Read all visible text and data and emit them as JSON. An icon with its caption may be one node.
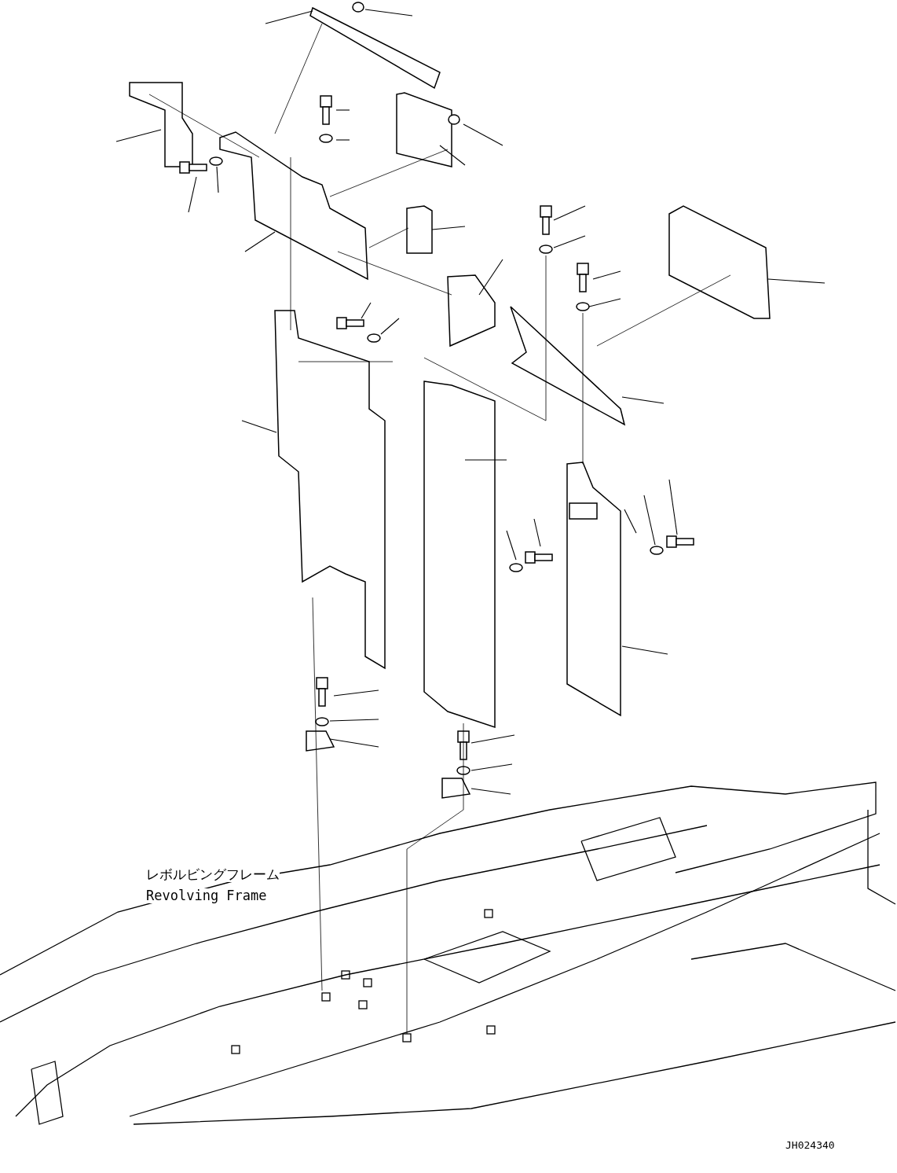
{
  "diagram": {
    "labels": [
      "レボルビングフレーム",
      "Revolving Frame",
      "JH024340"
    ]
  }
}
